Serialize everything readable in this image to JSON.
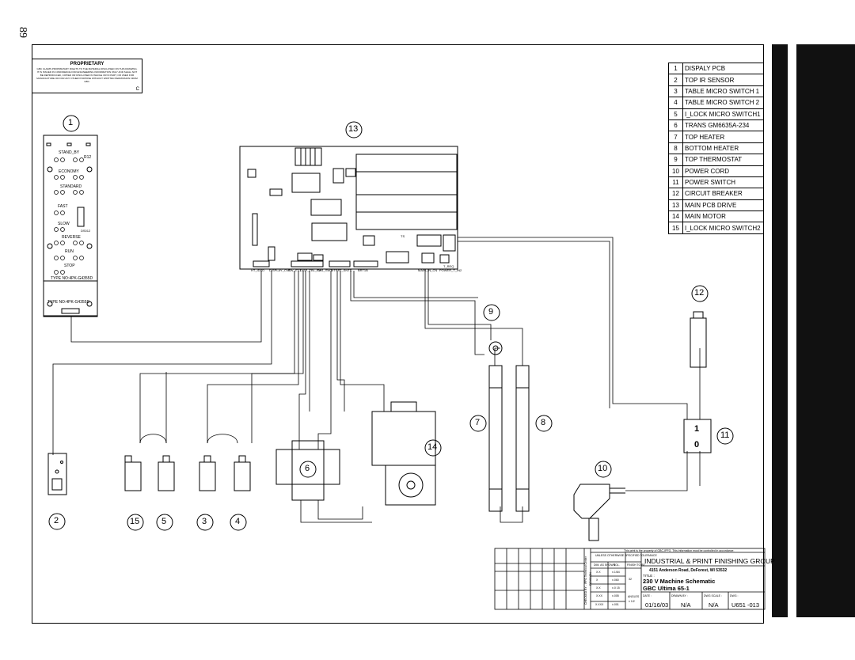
{
  "page": {
    "number": "89"
  },
  "proprietary": {
    "heading": "PROPRIETARY",
    "text": "GBC CLAIMS PROPRIETARY RIGHTS TO THE MATERIAL DISCLOSED ON THIS DRAWING. IT IS ISSUED IN CONFIDENCE FOR ENGINEERING INFORMATION ONLY AND SHALL NOT BE REPRODUCED, COPIED OR DISCLOSED IN WHOLE OR IN PART, OR USED FOR MANUFACTURE OR FOR ANY OTHER PURPOSE WITHOUT WRITTEN PERMISSION FROM GBC.",
    "mark": "C"
  },
  "legend": [
    {
      "n": "1",
      "label": "DISPALY PCB"
    },
    {
      "n": "2",
      "label": "TOP IR SENSOR"
    },
    {
      "n": "3",
      "label": "TABLE MICRO SWITCH 1"
    },
    {
      "n": "4",
      "label": "TABLE MICRO SWITCH 2"
    },
    {
      "n": "5",
      "label": "I_LOCK MICRO SWITCH1"
    },
    {
      "n": "6",
      "label": "TRANS GM6635A-234"
    },
    {
      "n": "7",
      "label": "TOP HEATER"
    },
    {
      "n": "8",
      "label": "BOTTOM HEATER"
    },
    {
      "n": "9",
      "label": "TOP THERMOSTAT"
    },
    {
      "n": "10",
      "label": "POWER CORD"
    },
    {
      "n": "11",
      "label": "POWER SWITCH"
    },
    {
      "n": "12",
      "label": "CIRCUIT BREAKER"
    },
    {
      "n": "13",
      "label": "MAIN PCB DRIVE"
    },
    {
      "n": "14",
      "label": "MAIN MOTOR"
    },
    {
      "n": "15",
      "label": "I_LOCK MICRO SWITCH2"
    }
  ],
  "callouts": {
    "c1": "1",
    "c2": "2",
    "c3": "3",
    "c4": "4",
    "c5": "5",
    "c6": "6",
    "c7": "7",
    "c8": "8",
    "c9": "9",
    "c10": "10",
    "c11": "11",
    "c12": "12",
    "c13": "13",
    "c14": "14",
    "c15": "15"
  },
  "display_pcb": {
    "labels": [
      "STAND_BY",
      "R12",
      "ECONOMY",
      "STANDARD",
      "FAST",
      "SLOW",
      "REVERSE",
      "RUN",
      "STOP"
    ],
    "chip": "DS012",
    "type1": "TYPE NO:4PK-G4355D",
    "type2": "TYPE NO:4PK-G4355D"
  },
  "switch_labels": {
    "on": "1",
    "off": "0"
  },
  "main_pcb": {
    "connectors": [
      "HT_IDSD",
      "DISPLAY_CNT",
      "SW_IT11",
      "DISP_TBL_SW",
      "SW1_SWT",
      "MTRR",
      "T_SNTS",
      "BRT1B",
      "MAIN_IN_CN",
      "POWER_T_IN2",
      "TS",
      "T_REQ"
    ]
  },
  "title_block": {
    "note": "This print is the property of GBC-IPFG. This information must be controlled in accordance.",
    "tolerance_header": "UNLESS OTHERWISE SPECIFIED TOLERANCE",
    "dim_label": "DIM. AS SHOWN",
    "tol_label": "TOL.",
    "finish_label": "FINISH TO BE",
    "rows": [
      [
        "X.X",
        "±.1/64"
      ],
      [
        "X",
        "±.060"
      ],
      [
        "X.X",
        "±.0 15"
      ],
      [
        "X.XX",
        "±.005"
      ],
      [
        "X.XXX",
        "±.001"
      ]
    ],
    "angles_label": "ANGLES",
    "angles_value": "± 1/2",
    "side1": "CHECKED BY - IPFG Technical Center",
    "side2": "REVISION",
    "company": "INDUSTRIAL & PRINT FINISHING GROUP",
    "address": "4151 Anderson Road, DeForest, WI 53532",
    "title_label": "TITLE :",
    "title1": "230 V Machine Schematic",
    "title2": "GBC Ultima 65-1",
    "date_label": "DATE :",
    "date": "01/16/03",
    "drawn_label": "DRAWN BY :",
    "drawn": "N/A",
    "scale_label": "DWG SCALE :",
    "scale": "N/A",
    "dwg_label": "DWG :",
    "dwg": "U651 -013",
    "finish_symbol": "32"
  }
}
